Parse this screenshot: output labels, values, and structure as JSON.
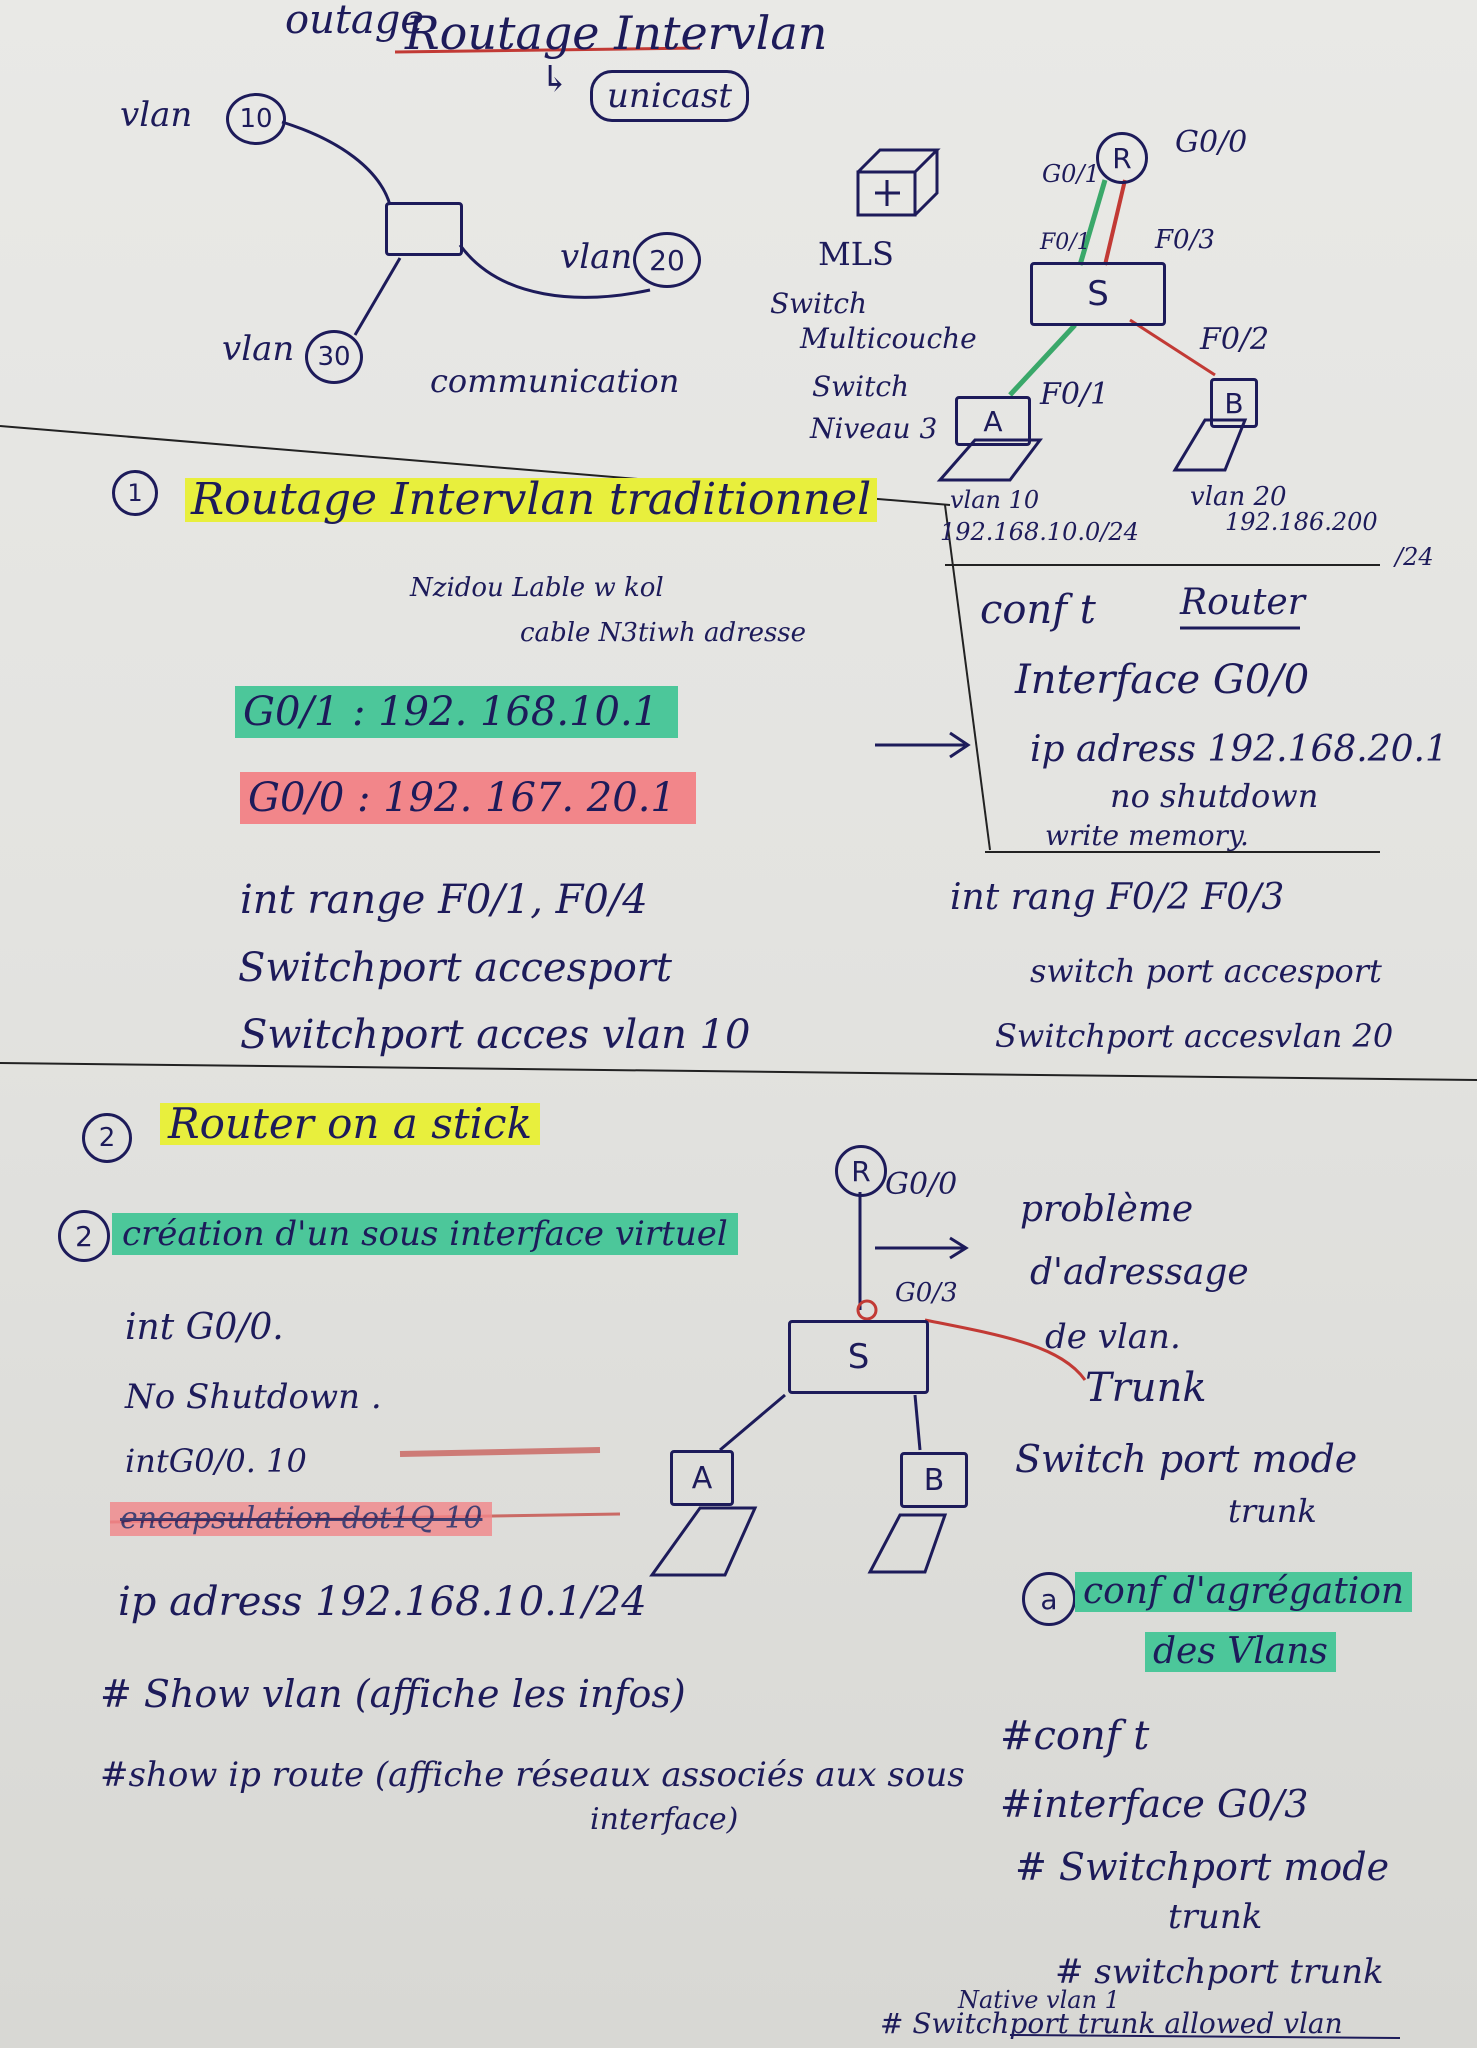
{
  "header": {
    "title": "Routage Intervlan",
    "title_prefix": "outage",
    "unicast": "unicast"
  },
  "top": {
    "vlan10": "vlan",
    "vlan10_num": "10",
    "vlan20": "vlan",
    "vlan20_num": "20",
    "vlan30": "vlan",
    "vlan30_num": "30",
    "communication": "communication",
    "mls": "MLS",
    "mls_desc_1": "Switch",
    "mls_desc_2": "Multicouche",
    "mls_desc_3": "Switch",
    "mls_desc_4": "Niveau 3",
    "router": "R",
    "g00": "G0/0",
    "g01": "G0/1",
    "f01_top": "F0/1",
    "f03": "F0/3",
    "switch": "S",
    "f02": "F0/2",
    "f01": "F0/1",
    "host_a": "A",
    "host_b": "B",
    "vlan10_net": "vlan 10",
    "vlan10_ip": "192.168.10.0/24",
    "vlan20_net": "vlan 20",
    "vlan20_ip": "192.186.200",
    "vlan20_mask": "/24"
  },
  "section1": {
    "num": "1",
    "title": "Routage Intervlan traditionnel",
    "note1": "Nzidou Lable w kol",
    "note2": "cable N3tiwh adresse",
    "g01_line": "G0/1 : 192. 168.10.1",
    "g00_line": "G0/0 : 192. 167. 20.1",
    "int_range_a": "int range F0/1, F0/4",
    "sp_mode_a": "Switchport accesport",
    "sp_vlan_a": "Switchport acces vlan 10",
    "int_range_b": "int rang F0/2 F0/3",
    "sp_mode_b": "switch port accesport",
    "sp_vlan_b": "Switchport accesvlan 20",
    "router_box": {
      "conf": "conf t",
      "label": "Router",
      "iface": "Interface G0/0",
      "ip": "ip adress 192.168.20.1",
      "noshut": "no shutdown",
      "write": "write memory."
    }
  },
  "section2": {
    "num": "2",
    "title": "Router on a stick",
    "sub_num": "2",
    "sub_title": "création d'un sous interface virtuel",
    "int": "int G0/0.",
    "noshut": "No Shutdown .",
    "subif": "intG0/0. 10",
    "encap": "encapsulation dot1Q 10",
    "ip": "ip adress 192.168.10.1/24",
    "show_vlan": "# Show vlan (affiche les infos)",
    "show_ip": "#show ip route (affiche réseaux associés aux sous",
    "show_ip_2": "interface)",
    "router": "R",
    "g00": "G0/0",
    "g03": "G0/3",
    "switch": "S",
    "host_a": "A",
    "host_b": "B",
    "probleme": "problème",
    "adressage": "d'adressage",
    "de_vlan": "de vlan.",
    "trunk": "Trunk",
    "sp_trunk": "Switch port mode",
    "sp_trunk_2": "trunk",
    "agg_num": "a",
    "agg_title_1": "conf d'agrégation",
    "agg_title_2": "des Vlans",
    "cmd1": "#conf t",
    "cmd2": "#interface G0/3",
    "cmd3": "# Switchport mode",
    "cmd3b": "trunk",
    "cmd4": "# switchport trunk",
    "cmd5a": "Native vlan 1",
    "cmd5": "# Switchport trunk allowed vlan"
  },
  "colors": {
    "ink": "#1d1b5a",
    "red_ink": "#c23a35",
    "yellow_highlight": "#e8ef3d",
    "green_highlight": "#4cc79a",
    "red_highlight": "#f2868a"
  }
}
